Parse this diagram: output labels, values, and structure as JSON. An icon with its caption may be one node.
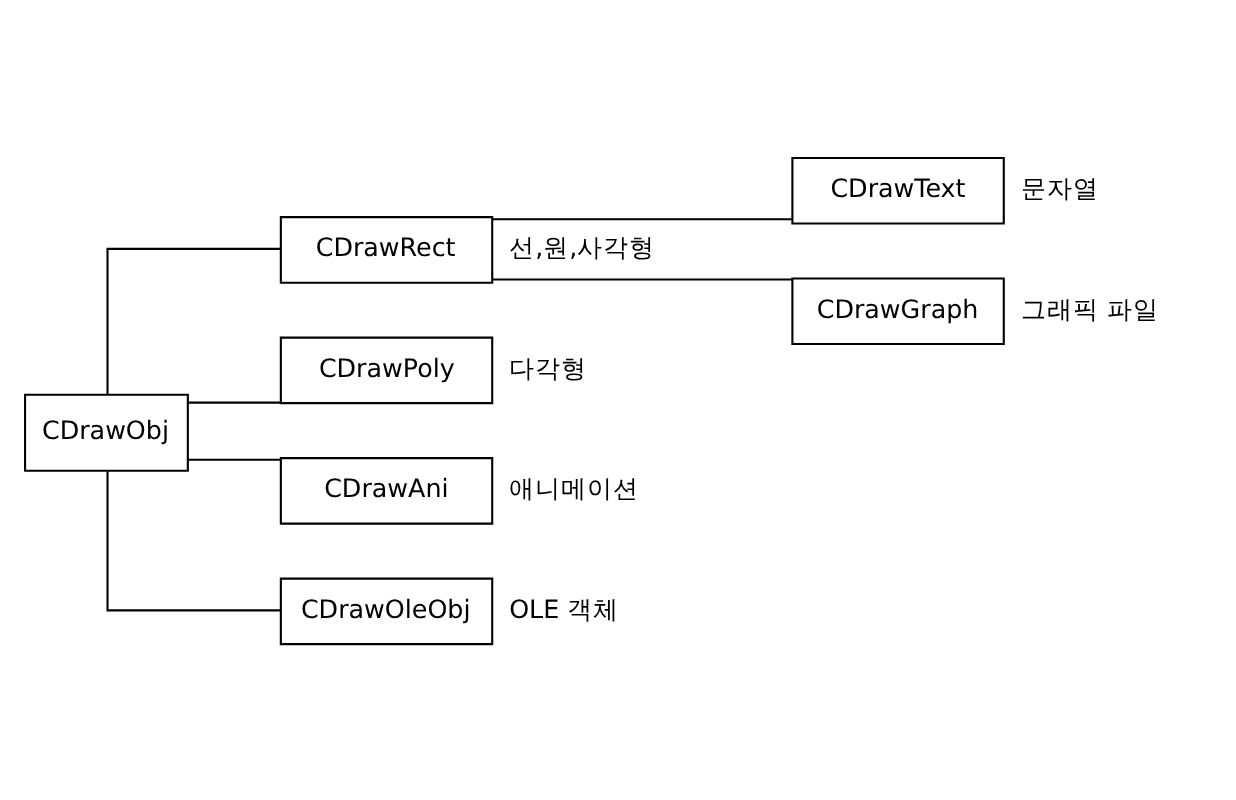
{
  "diagram": {
    "nodes": [
      {
        "text": [
          "CDrawObj"
        ]
      },
      {
        "text": [
          "CDrawRect"
        ],
        "beside": [
          "선,원,사각형"
        ]
      },
      {
        "text": [
          "CDrawText"
        ],
        "beside": [
          "문자열"
        ]
      },
      {
        "text": [
          "CDrawGraph"
        ],
        "beside": [
          "그래픽 파일"
        ]
      },
      {
        "text": [
          "CDrawPoly"
        ],
        "beside": [
          "다각형"
        ]
      },
      {
        "text": [
          "CDrawAni"
        ],
        "beside": [
          "애니메이션"
        ]
      },
      {
        "text": [
          "CDrawOleObj"
        ],
        "beside": [
          "OLE 객체"
        ]
      }
    ],
    "edges": [
      {
        "from": 0,
        "to": 1,
        "arrow": "none"
      },
      {
        "from": 1,
        "to": 2,
        "arrow": "none"
      },
      {
        "from": 1,
        "to": 3,
        "arrow": "none"
      },
      {
        "from": 0,
        "to": 4,
        "arrow": "none"
      },
      {
        "from": 0,
        "to": 5,
        "arrow": "none"
      },
      {
        "from": 0,
        "to": 6,
        "arrow": "none"
      }
    ]
  }
}
